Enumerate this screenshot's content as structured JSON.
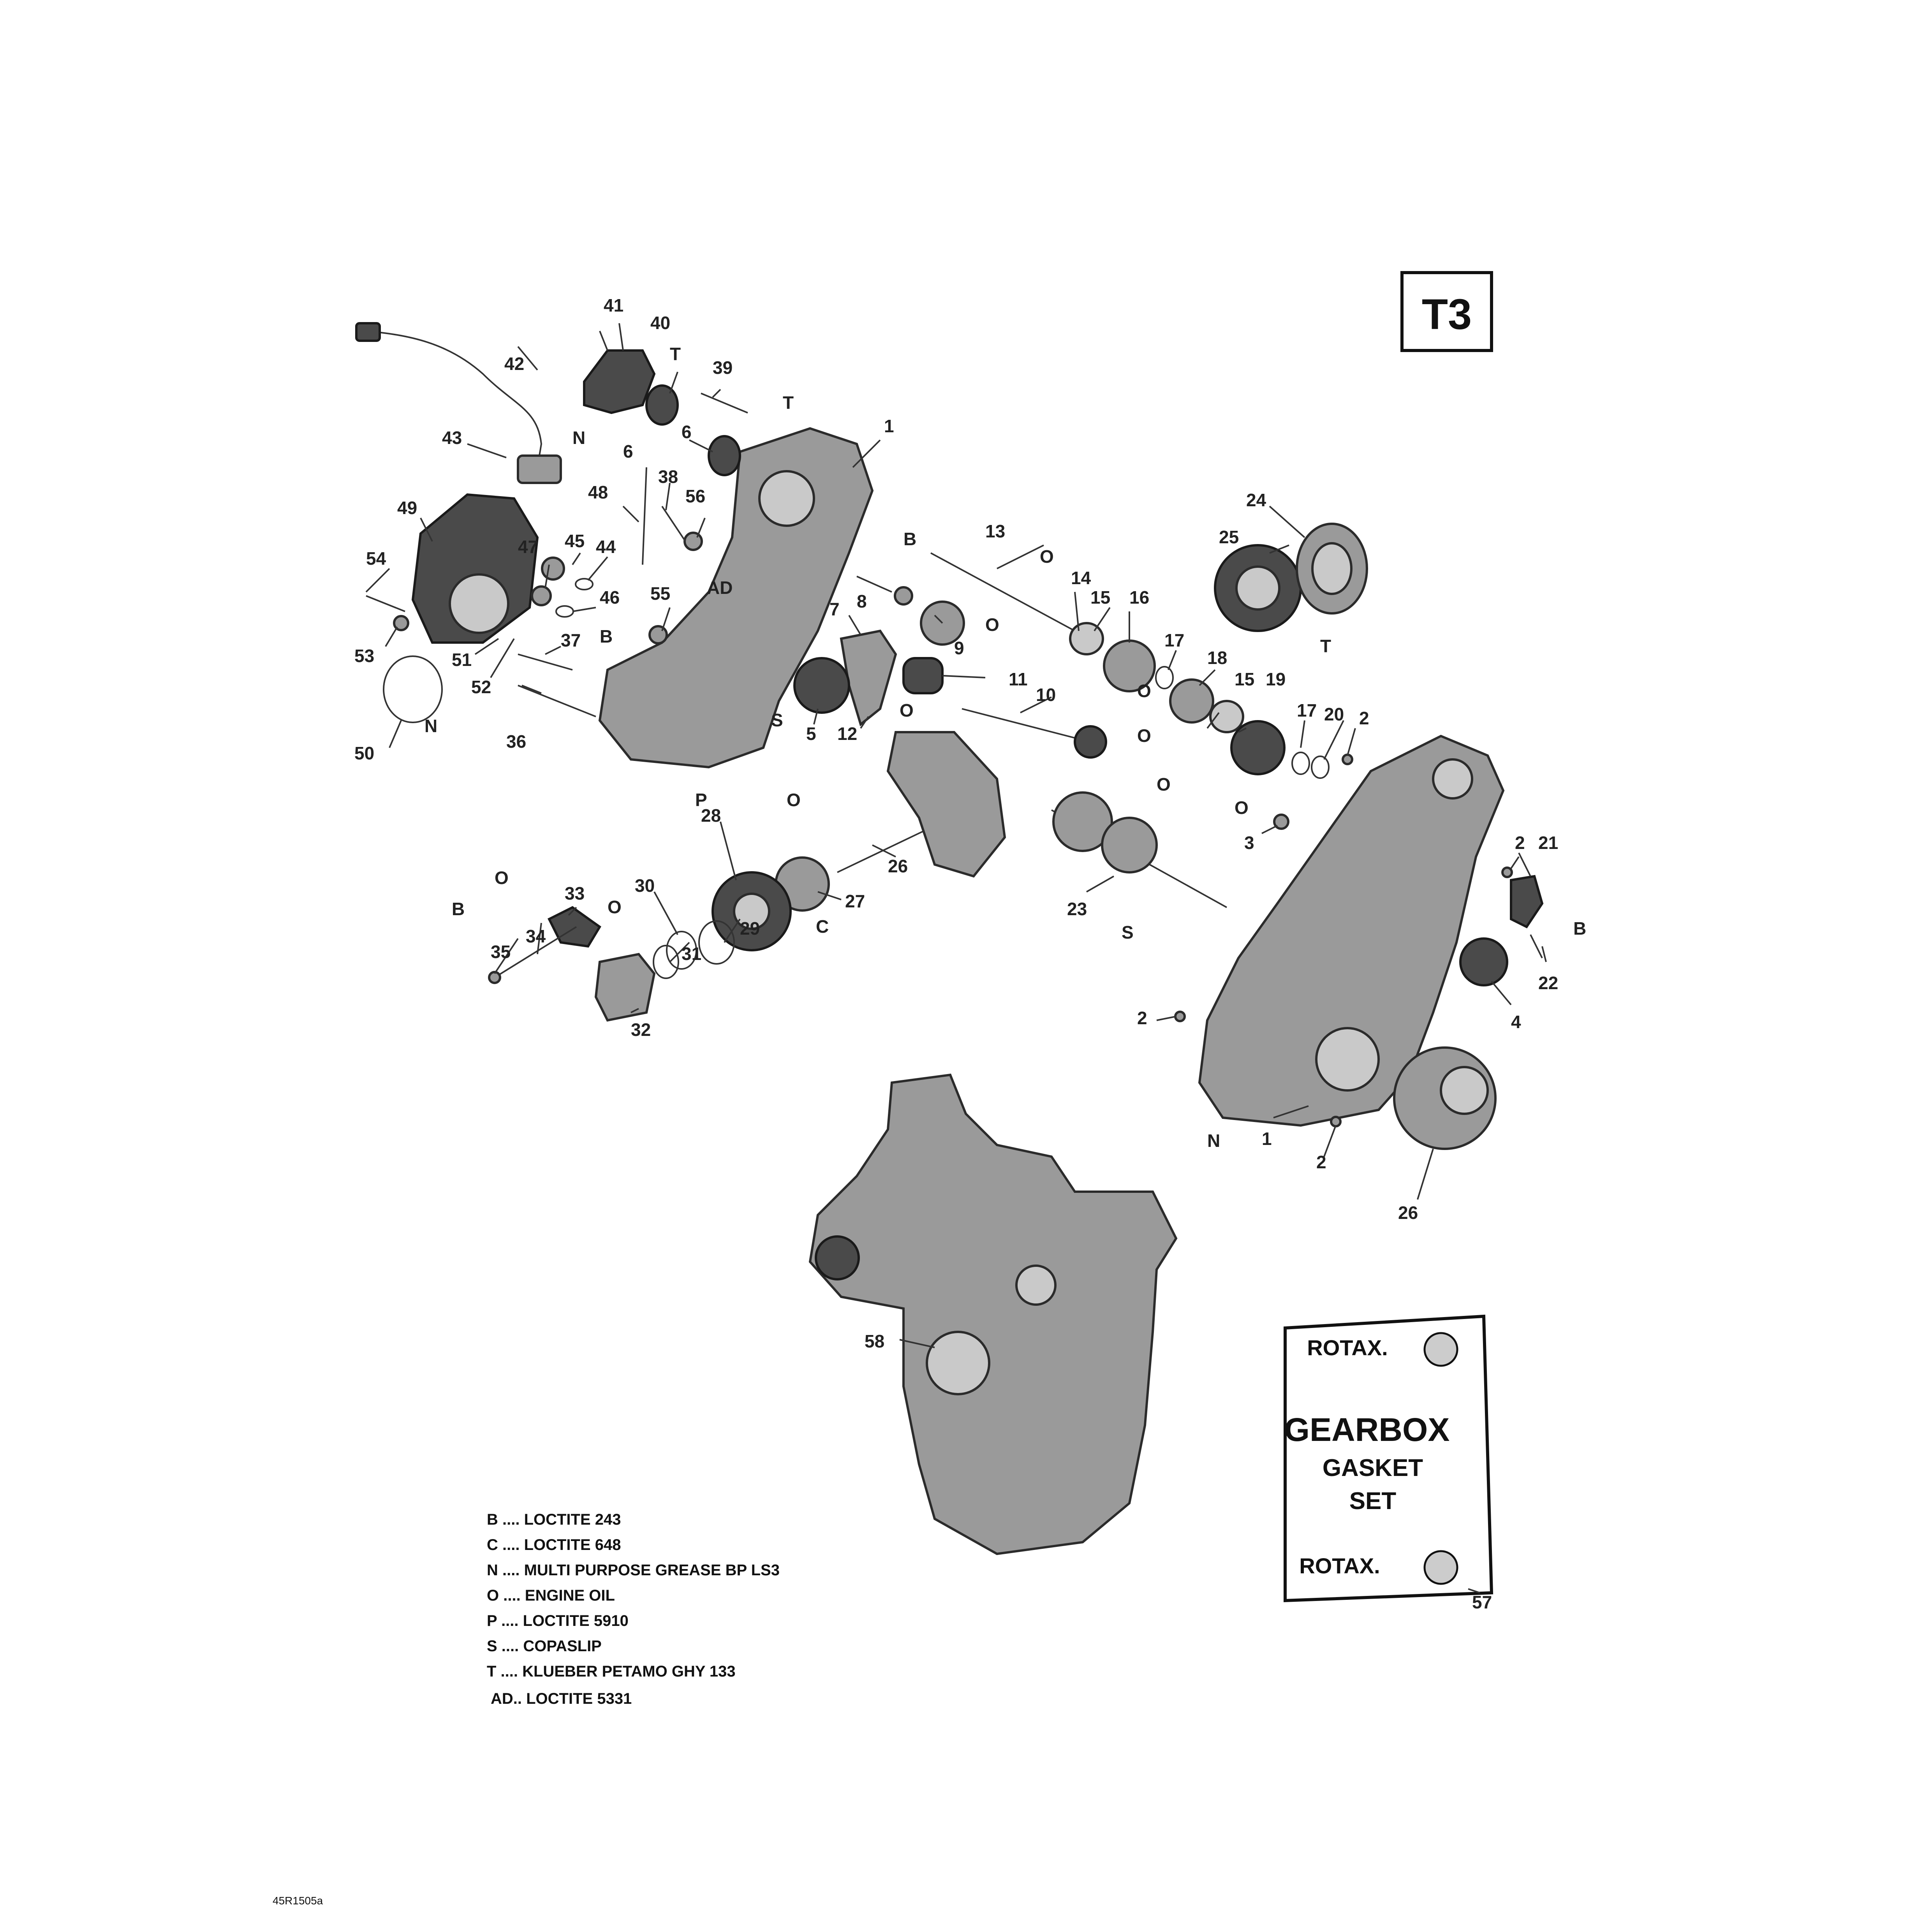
{
  "diagram": {
    "badge": "T3",
    "drawing_code": "45R1505a",
    "callouts": {
      "n1a": "1",
      "n1b": "1",
      "n2a": "2",
      "n2b": "2",
      "n2c": "2",
      "n2d": "2",
      "n3": "3",
      "n4": "4",
      "n5": "5",
      "n6a": "6",
      "n6b": "6",
      "n7": "7",
      "n8": "8",
      "n9": "9",
      "n10": "10",
      "n11": "11",
      "n12": "12",
      "n13": "13",
      "n14": "14",
      "n15a": "15",
      "n15b": "15",
      "n16": "16",
      "n17a": "17",
      "n17b": "17",
      "n18": "18",
      "n19": "19",
      "n20": "20",
      "n21": "21",
      "n22": "22",
      "n23": "23",
      "n24": "24",
      "n25": "25",
      "n26a": "26",
      "n26b": "26",
      "n27": "27",
      "n28": "28",
      "n29": "29",
      "n30": "30",
      "n31": "31",
      "n32": "32",
      "n33": "33",
      "n34": "34",
      "n35": "35",
      "n36": "36",
      "n37": "37",
      "n38": "38",
      "n39": "39",
      "n40": "40",
      "n41": "41",
      "n42": "42",
      "n43": "43",
      "n44": "44",
      "n45": "45",
      "n46": "46",
      "n47": "47",
      "n48": "48",
      "n49": "49",
      "n50": "50",
      "n51": "51",
      "n52": "52",
      "n53": "53",
      "n54": "54",
      "n55": "55",
      "n56": "56",
      "n57": "57",
      "n58": "58"
    },
    "markers": {
      "t1": "T",
      "t2": "T",
      "t3": "T",
      "n_a": "N",
      "n_b": "N",
      "n_c": "N",
      "ad": "AD",
      "b1": "B",
      "b2": "B",
      "b3": "B",
      "b4": "B",
      "o1": "O",
      "o2": "O",
      "o3": "O",
      "o4": "O",
      "o5": "O",
      "o6": "O",
      "o7": "O",
      "o8": "O",
      "o9": "O",
      "o10": "O",
      "s1": "S",
      "s2": "S",
      "p1": "P",
      "c1": "C"
    },
    "gasket_kit": {
      "brand_top": "ROTAX.",
      "title": "GEARBOX",
      "line2": "GASKET",
      "line3": "SET",
      "brand_bottom": "ROTAX."
    },
    "legend": [
      "B .... LOCTITE 243",
      "C .... LOCTITE 648",
      "N .... MULTI PURPOSE GREASE BP LS3",
      "O .... ENGINE OIL",
      "P .... LOCTITE 5910",
      "S .... COPASLIP",
      "T .... KLUEBER PETAMO GHY 133",
      "AD.. LOCTITE 5331"
    ]
  }
}
